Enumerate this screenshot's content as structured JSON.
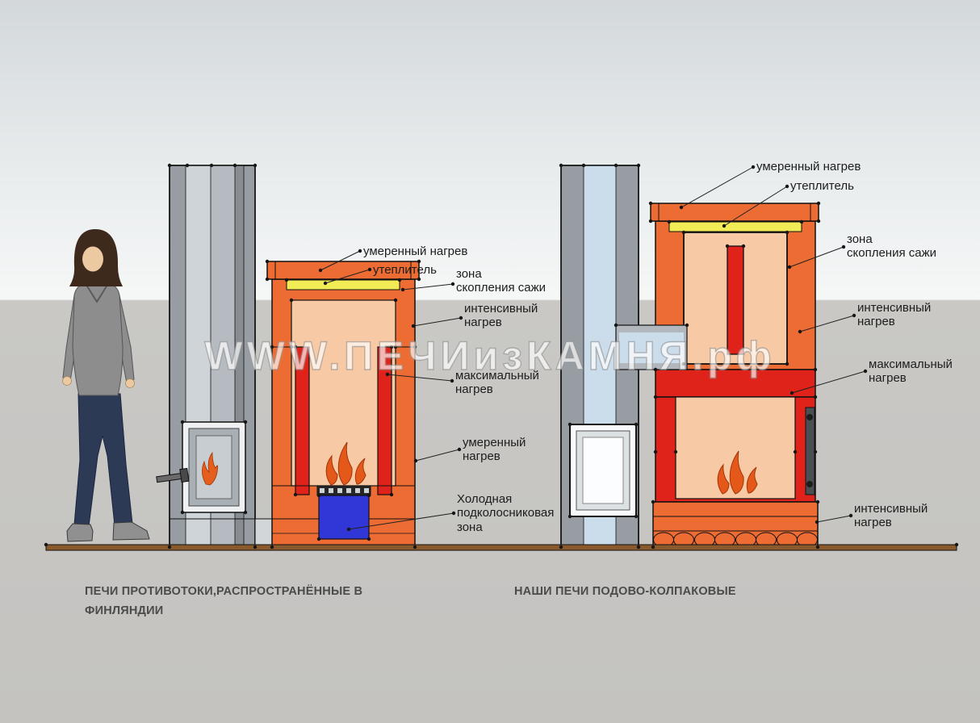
{
  "diagram": {
    "watermark": "WWW.ПЕЧИизКАМНЯ.рф",
    "captions": {
      "left": "ПЕЧИ ПРОТИВОТОКИ,РАСПРОСТРАНЁННЫЕ В\nФИНЛЯНДИИ",
      "right": "НАШИ ПЕЧИ ПОДОВО-КОЛПАКОВЫЕ"
    },
    "left_stove_labels": [
      "умеренный нагрев",
      "утеплитель",
      "зона\nскопления сажи",
      "интенсивный\nнагрев",
      "максимальный\nнагрев",
      "умеренный\nнагрев",
      "Холодная\nподколосниковая\nзона"
    ],
    "right_stove_labels": [
      "умеренный нагрев",
      "утеплитель",
      "зона\nскопления сажи",
      "интенсивный\nнагрев",
      "максимальный\nнагрев",
      "интенсивный\nнагрев"
    ],
    "colors": {
      "orange": "#ed6c33",
      "peach": "#f8c9a5",
      "yellow": "#f1ec55",
      "red": "#df221a",
      "blue": "#3136d6",
      "chimney_gray": "#979da2",
      "chimney_light": "#ced4d8",
      "chimney_blue": "#cbdcea",
      "ground": "#c8c7c4",
      "floor": "#8a5a2c"
    }
  }
}
